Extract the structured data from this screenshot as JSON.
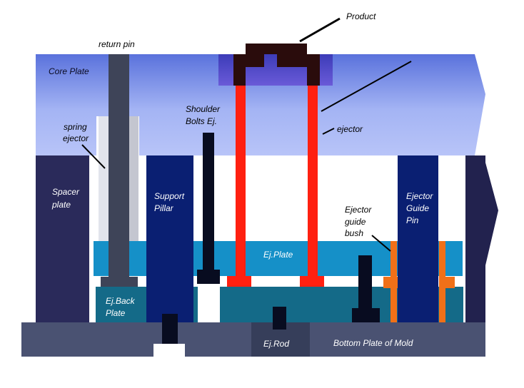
{
  "labels": {
    "product": "Product",
    "return_pin": "return pin",
    "core_plate": "Core Plate",
    "spring_ejector_1": "spring",
    "spring_ejector_2": "ejector",
    "shoulder_bolts_1": "Shoulder",
    "shoulder_bolts_2": "Bolts Ej.",
    "ejector": "ejector",
    "spacer_plate_1": "Spacer",
    "spacer_plate_2": "plate",
    "support_pillar_1": "Support",
    "support_pillar_2": "Pillar",
    "ejector_guide_pin_1": "Ejector",
    "ejector_guide_pin_2": "Guide",
    "ejector_guide_pin_3": "Pin",
    "ejector_guide_bush_1": "Ejector",
    "ejector_guide_bush_2": "guide",
    "ejector_guide_bush_3": "bush",
    "ej_plate": "Ej.Plate",
    "ej_back_plate_1": "Ej.Back",
    "ej_back_plate_2": "Plate",
    "ej_rod": "Ej.Rod",
    "bottom_plate": "Bottom Plate of Mold"
  },
  "colors": {
    "core_plate": "#8fa3ee",
    "spacer": "#2a2a5a",
    "support_pillar": "#0a1f72",
    "ej_plate": "#1590c8",
    "ej_back_plate": "#146a88",
    "bottom_plate": "#4a5272",
    "ejector_pin": "#ff2010",
    "guide_bush": "#f07018",
    "product": "#2a0c0c",
    "cavity": "#5048c8",
    "return_pin": "#3e4458",
    "bolt": "#080c20"
  }
}
